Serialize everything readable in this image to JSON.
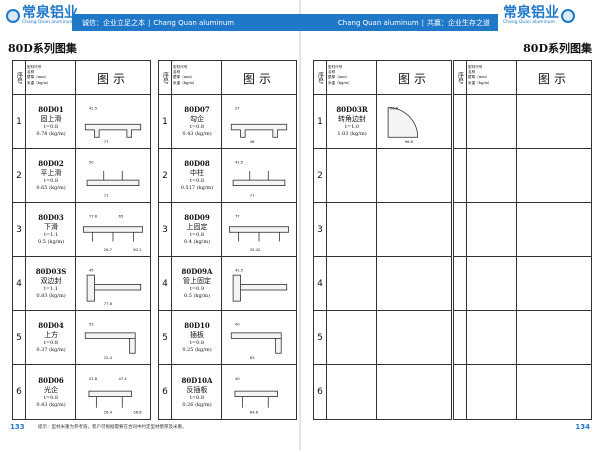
{
  "brand": {
    "name_cn": "常泉铝业",
    "name_en": "Chang Quan aluminum"
  },
  "band_left": {
    "slogan": "诚信：企业立足之本",
    "divider": "|",
    "en": "Chang Quan aluminum"
  },
  "band_right": {
    "en": "Chang Quan aluminum",
    "divider": "|",
    "slogan": "共赢：企业生存之道"
  },
  "page_title": "80D系列图集",
  "header": {
    "seq": "序号",
    "attrs": [
      "型材代号",
      "名称",
      "壁厚（mm）",
      "米重（kg/m）"
    ],
    "figure": "图示"
  },
  "tables": [
    {
      "rows": [
        {
          "seq": "1",
          "code": "80D01",
          "name": "固上滑",
          "thick": "t=0.8",
          "weight": "0.78 (kg/m)",
          "dims": [
            "41.5",
            "77"
          ]
        },
        {
          "seq": "2",
          "code": "80D02",
          "name": "平上滑",
          "thick": "t=0.8",
          "weight": "0.65 (kg/m)",
          "dims": [
            "50",
            "77"
          ]
        },
        {
          "seq": "3",
          "code": "80D03",
          "name": "下滑",
          "thick": "t=1.1",
          "weight": "0.5 (kg/m)",
          "dims": [
            "77.6",
            "26.7",
            "65",
            "82.2"
          ]
        },
        {
          "seq": "4",
          "code": "80D03S",
          "name": "双边封",
          "thick": "t=1.1",
          "weight": "0.83 (kg/m)",
          "dims": [
            "45",
            "77.6"
          ]
        },
        {
          "seq": "5",
          "code": "80D04",
          "name": "上方",
          "thick": "t=0.8",
          "weight": "0.37 (kg/m)",
          "dims": [
            "53",
            "22.4"
          ]
        },
        {
          "seq": "6",
          "code": "80D06",
          "name": "光企",
          "thick": "t=0.8",
          "weight": "0.43 (kg/m)",
          "dims": [
            "22.8",
            "26.4",
            "47.4",
            "56.8"
          ]
        }
      ]
    },
    {
      "rows": [
        {
          "seq": "1",
          "code": "80D07",
          "name": "勾企",
          "thick": "t=0.8",
          "weight": "0.43 (kg/m)",
          "dims": [
            "27",
            "46"
          ]
        },
        {
          "seq": "2",
          "code": "80D08",
          "name": "中柱",
          "thick": "t=0.8",
          "weight": "0.517 (kg/m)",
          "dims": [
            "41.5",
            "77"
          ]
        },
        {
          "seq": "3",
          "code": "80D09",
          "name": "上固定",
          "thick": "t=0.8",
          "weight": "0.4 (kg/m)",
          "dims": [
            "77",
            "35.42"
          ]
        },
        {
          "seq": "4",
          "code": "80D09A",
          "name": "管上固定",
          "thick": "t=0.9",
          "weight": "0.5 (kg/m)",
          "dims": [
            "41.5"
          ]
        },
        {
          "seq": "5",
          "code": "80D10",
          "name": "插板",
          "thick": "t=0.8",
          "weight": "0.25 (kg/m)",
          "dims": [
            "40",
            "63"
          ]
        },
        {
          "seq": "6",
          "code": "80D10A",
          "name": "反插板",
          "thick": "t=0.8",
          "weight": "0.26 (kg/m)",
          "dims": [
            "40",
            "64.6"
          ]
        }
      ]
    },
    {
      "rows": [
        {
          "seq": "1",
          "code": "80D03R",
          "name": "转角边封",
          "thick": "t=1.0",
          "weight": "1.03 (kg/m)",
          "dims": [
            "96.6",
            "96.6"
          ]
        },
        {
          "seq": "2"
        },
        {
          "seq": "3"
        },
        {
          "seq": "4"
        },
        {
          "seq": "5"
        },
        {
          "seq": "6"
        }
      ]
    },
    {
      "rows": [
        {
          "seq": ""
        },
        {
          "seq": ""
        },
        {
          "seq": ""
        },
        {
          "seq": ""
        },
        {
          "seq": ""
        },
        {
          "seq": ""
        }
      ]
    }
  ],
  "page_numbers": {
    "left": "133",
    "right": "134"
  },
  "footnote": "提示：型材米重为参考值，客户可根据需要在合同中约定型材壁厚及米重。",
  "colors": {
    "brand_blue": "#1f78c8",
    "line": "#333333"
  }
}
